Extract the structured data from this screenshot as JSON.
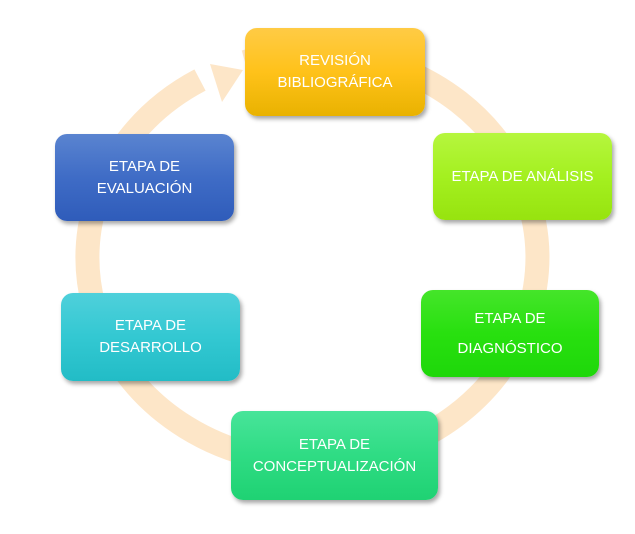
{
  "diagram": {
    "steps": [
      {
        "lines": [
          "REVISIÓN",
          "BIBLIOGRÁFICA"
        ],
        "color": "#ffc21a"
      },
      {
        "lines": [
          "ETAPA DE ANÁLISIS"
        ],
        "color": "#a4f020"
      },
      {
        "lines": [
          "ETAPA DE",
          "DIAGNÓSTICO"
        ],
        "color": "#28e00f"
      },
      {
        "lines": [
          "ETAPA DE",
          "CONCEPTUALIZACIÓN"
        ],
        "color": "#2fdc84"
      },
      {
        "lines": [
          "ETAPA DE",
          "DESARROLLO"
        ],
        "color": "#33c8d2"
      },
      {
        "lines": [
          "ETAPA DE",
          "EVALUACIÓN"
        ],
        "color": "#3f6cc6"
      }
    ],
    "ring_color": "#fde6c8"
  }
}
